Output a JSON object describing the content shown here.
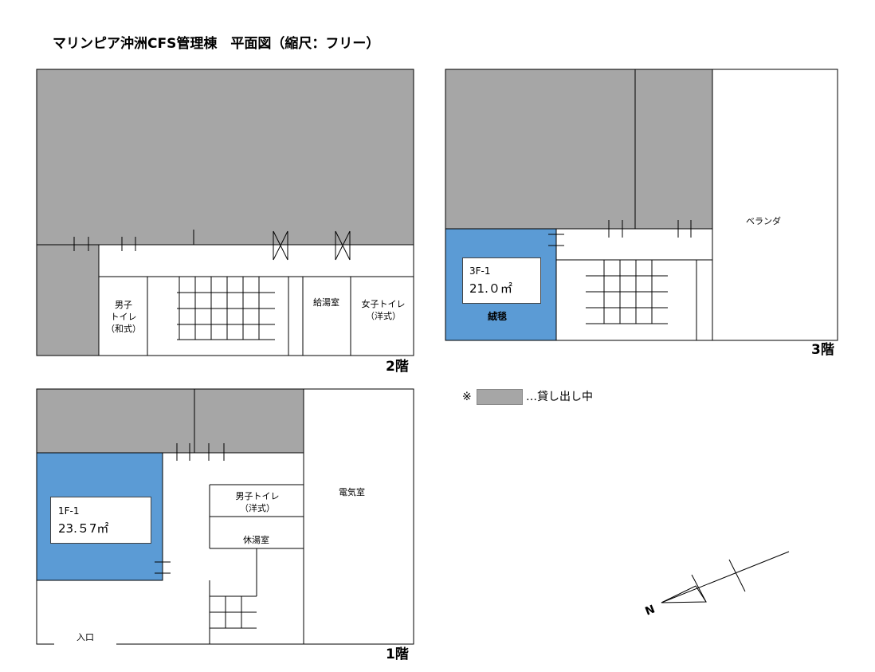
{
  "title": "マリンピア沖洲CFS管理棟　平面図（縮尺：フリー）",
  "colors": {
    "rented": "#a6a6a6",
    "available": "#5b9bd5",
    "line": "#000000"
  },
  "floors": {
    "f2": {
      "label": "2階",
      "rooms": {
        "mens_toilet": [
          "男子",
          "トイレ",
          "（和式）"
        ],
        "kitchenette": "給湯室",
        "womens_toilet": [
          "女子トイレ",
          "（洋式）"
        ]
      }
    },
    "f3": {
      "label": "3階",
      "unit": {
        "id": "3F-1",
        "area": "21.０㎡",
        "tenant": "絨毯"
      },
      "rooms": {
        "veranda": "ベランダ"
      }
    },
    "f1": {
      "label": "1階",
      "unit": {
        "id": "1F-1",
        "area": "23.５7㎡"
      },
      "rooms": {
        "mens_toilet": [
          "男子トイレ",
          "（洋式）"
        ],
        "rest_room": "休湯室",
        "electrical": "電気室",
        "entrance": "入口"
      }
    }
  },
  "legend": {
    "mark": "※",
    "text": "…貸し出し中"
  },
  "north_label": "N",
  "north_arrow_icon": "north-arrow-icon"
}
